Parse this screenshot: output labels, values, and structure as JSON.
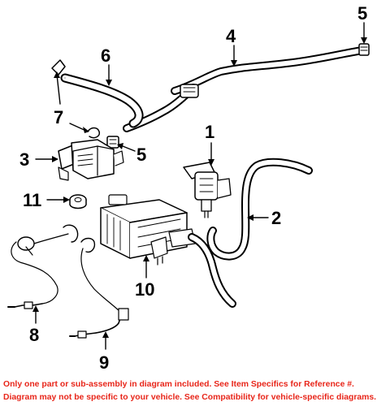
{
  "callouts": {
    "c1": "1",
    "c2": "2",
    "c3": "3",
    "c4": "4",
    "c5a": "5",
    "c5b": "5",
    "c6": "6",
    "c7": "7",
    "c8": "8",
    "c9": "9",
    "c10": "10",
    "c11": "11"
  },
  "parts": {
    "p1": "purge-valve",
    "p2": "vapor-hose",
    "p3": "vsv-bracket",
    "p4": "vapor-line",
    "p5": "clip",
    "p6": "hose",
    "p7": "clamp",
    "p8": "oxygen-sensor",
    "p9": "oxygen-sensor",
    "p10": "charcoal-canister",
    "p11": "grommet"
  },
  "footer": {
    "line1": "Only one part or sub-assembly in diagram included. See Item Specifics for Reference #.",
    "line2": "Diagram may not be specific to your vehicle. See Compatibility for vehicle-specific diagrams."
  },
  "colors": {
    "ink": "#000000",
    "footer_text": "#e8261a",
    "background": "#ffffff"
  }
}
